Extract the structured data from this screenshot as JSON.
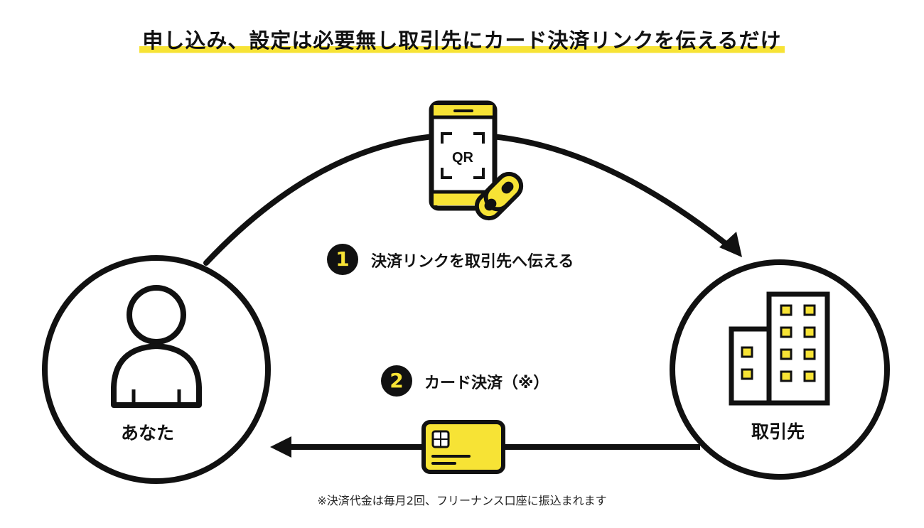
{
  "title": "申し込み、設定は必要無し取引先にカード決済リンクを伝えるだけ",
  "steps": [
    {
      "number": "1",
      "text": "決済リンクを取引先へ伝える"
    },
    {
      "number": "2",
      "text": "カード決済（※）"
    }
  ],
  "nodes": {
    "you": "あなた",
    "partner": "取引先"
  },
  "phone_qr_text": "QR",
  "footnote": "※決済代金は毎月2回、フリーナンス口座に振込まれます",
  "colors": {
    "accent": "#f7e335",
    "ink": "#111111",
    "background": "#ffffff"
  },
  "icons": [
    "person-icon",
    "building-icon",
    "phone-qr-icon",
    "link-icon",
    "credit-card-icon",
    "arrow-right-icon",
    "arrow-left-icon"
  ]
}
